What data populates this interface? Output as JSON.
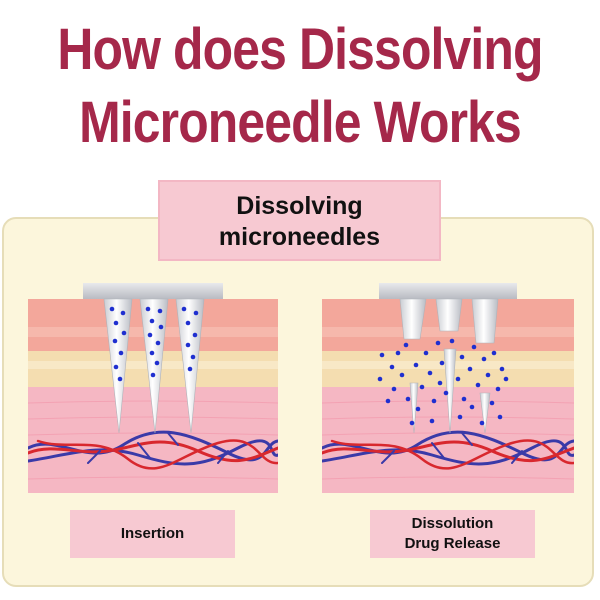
{
  "headline": {
    "line1": "How does Dissolving",
    "line2": "Microneedle Works"
  },
  "diagram_title": {
    "line1": "Dissolving",
    "line2": "microneedles"
  },
  "panels": [
    {
      "caption_lines": [
        "Insertion"
      ]
    },
    {
      "caption_lines": [
        "Dissolution",
        "Drug Release"
      ]
    }
  ],
  "colors": {
    "headline": "#a5284a",
    "label_bg": "#f7c9d2",
    "panel_bg": "#fcf6dc",
    "drug_dots": "#1f2fd0",
    "artery": "#d8282e",
    "vein": "#3a3aa8"
  }
}
